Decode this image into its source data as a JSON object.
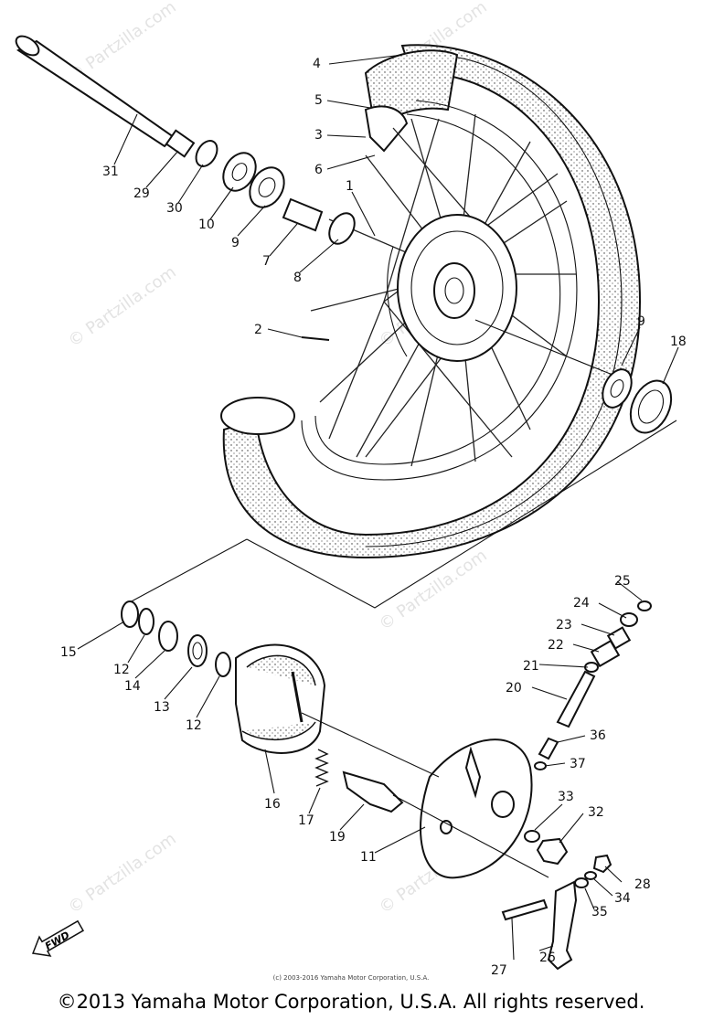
{
  "watermark": "© Partzilla.com",
  "small_copyright": "(c) 2003-2016 Yamaha Motor Corporation, U.S.A.",
  "copyright": "©2013 Yamaha Motor Corporation, U.S.A. All rights reserved.",
  "fwd_label": "FWD",
  "callouts": {
    "c1": "1",
    "c2": "2",
    "c3": "3",
    "c4": "4",
    "c5": "5",
    "c6": "6",
    "c7": "7",
    "c8": "8",
    "c9a": "9",
    "c9b": "9",
    "c10": "10",
    "c11": "11",
    "c12a": "12",
    "c12b": "12",
    "c13": "13",
    "c14": "14",
    "c15": "15",
    "c16": "16",
    "c17": "17",
    "c18": "18",
    "c19": "19",
    "c20": "20",
    "c21": "21",
    "c22": "22",
    "c23": "23",
    "c24": "24",
    "c25": "25",
    "c26": "26",
    "c27": "27",
    "c28": "28",
    "c29": "29",
    "c30": "30",
    "c31": "31",
    "c32": "32",
    "c33": "33",
    "c34": "34",
    "c35": "35",
    "c36": "36",
    "c37": "37"
  }
}
